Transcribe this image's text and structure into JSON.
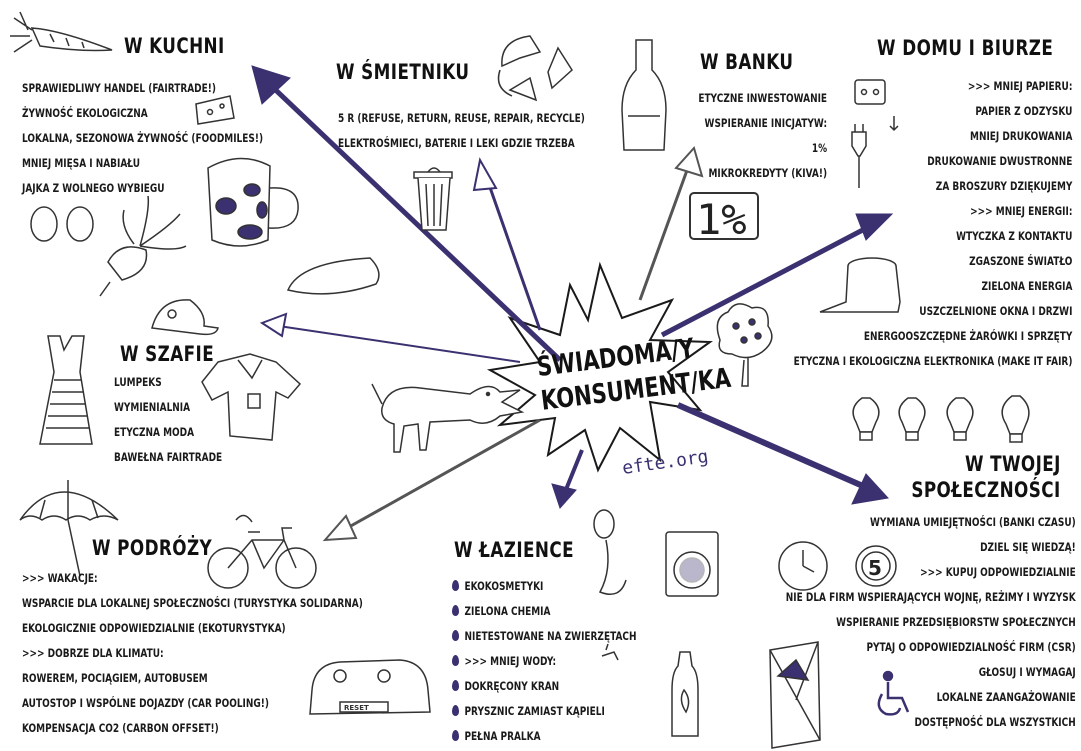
{
  "center": {
    "line1": "ŚWIADOMA/Y",
    "line2": "KONSUMENT/KA",
    "website": "efte.org"
  },
  "accent_color": "#3b3170",
  "kuchnia": {
    "title": "W KUCHNI",
    "items": [
      "SPRAWIEDLIWY HANDEL (FAIRTRADE!)",
      "ŻYWNOŚĆ EKOLOGICZNA",
      "LOKALNA, SEZONOWA ŻYWNOŚĆ (FOODMILES!)",
      "MNIEJ MIĘSA I NABIAŁU",
      "JAJKA Z WOLNEGO WYBIEGU"
    ]
  },
  "smietnik": {
    "title": "W ŚMIETNIKU",
    "items": [
      "5 R (REFUSE, RETURN, REUSE, REPAIR, RECYCLE)",
      "ELEKTROŚMIECI, BATERIE I LEKI GDZIE TRZEBA"
    ]
  },
  "bank": {
    "title": "W BANKU",
    "items": [
      "ETYCZNE INWESTOWANIE",
      "WSPIERANIE INICJATYW:",
      "1%",
      "MIKROKREDYTY (KIVA!)"
    ],
    "badge": "1%"
  },
  "dom": {
    "title": "W DOMU I BIURZE",
    "items": [
      ">>> MNIEJ PAPIERU:",
      "PAPIER Z ODZYSKU",
      "MNIEJ DRUKOWANIA",
      "DRUKOWANIE DWUSTRONNE",
      "ZA BROSZURY DZIĘKUJEMY",
      ">>> MNIEJ ENERGII:",
      "WTYCZKA Z KONTAKTU",
      "ZGASZONE ŚWIATŁO",
      "ZIELONA ENERGIA",
      "USZCZELNIONE OKNA I DRZWI",
      "ENERGOOSZCZĘDNE ŻARÓWKI I SPRZĘTY",
      "ETYCZNA I EKOLOGICZNA ELEKTRONIKA (MAKE IT FAIR)"
    ]
  },
  "szafa": {
    "title": "W SZAFIE",
    "items": [
      "LUMPEKS",
      "WYMIENIALNIA",
      "ETYCZNA MODA",
      "BAWEŁNA FAIRTRADE"
    ]
  },
  "podroze": {
    "title": "W PODRÓŻY",
    "items": [
      ">>> WAKACJE:",
      "WSPARCIE DLA LOKALNEJ SPOŁECZNOŚCI (TURYSTYKA SOLIDARNA)",
      "EKOLOGICZNIE ODPOWIEDZIALNIE (EKOTURYSTYKA)",
      ">>> DOBRZE DLA KLIMATU:",
      "ROWEREM, POCIĄGIEM, AUTOBUSEM",
      "AUTOSTOP I WSPÓLNE DOJAZDY (CAR POOLING!)",
      "KOMPENSACJA CO2 (CARBON OFFSET!)"
    ],
    "car_plate": "RESET"
  },
  "lazienka": {
    "title": "W ŁAZIENCE",
    "items": [
      "EKOKOSMETYKI",
      "ZIELONA CHEMIA",
      "NIETESTOWANE NA ZWIERZĘTACH",
      ">>> MNIEJ WODY:",
      "DOKRĘCONY KRAN",
      "PRYSZNIC ZAMIAST KĄPIELI",
      "PEŁNA PRALKA"
    ]
  },
  "spolecznosc": {
    "title_line1": "W TWOJEJ",
    "title_line2": "SPOŁECZNOŚCI",
    "items": [
      "WYMIANA UMIEJĘTNOŚCI (BANKI CZASU)",
      "DZIEL SIĘ WIEDZĄ!",
      ">>> KUPUJ ODPOWIEDZIALNIE",
      "NIE DLA FIRM WSPIERAJĄCYCH WOJNĘ, REŻIMY I WYZYSK",
      "WSPIERANIE PRZEDSIĘBIORSTW SPOŁECZNYCH",
      "PYTAJ O ODPOWIEDZIALNOŚĆ FIRM (CSR)",
      "GŁOSUJ I WYMAGAJ",
      "LOKALNE ZAANGAŻOWANIE",
      "DOSTĘPNOŚĆ DLA WSZYSTKICH"
    ],
    "clock_badge": "5"
  },
  "icons": [
    "carrot-icon",
    "recycle-icon",
    "bottle-icon",
    "socket-icon",
    "plug-icon",
    "cheese-icon",
    "mug-icon",
    "eggs-icon",
    "beet-icon",
    "bread-icon",
    "trash-can-icon",
    "percent-badge-icon",
    "tree-stump-icon",
    "tree-icon",
    "light-bulb-icon",
    "cap-icon",
    "dress-icon",
    "shirt-icon",
    "dog-icon",
    "umbrella-icon",
    "bicycle-icon",
    "car-icon",
    "shower-head-icon",
    "washing-machine-icon",
    "water-drop-icon",
    "faucet-icon",
    "bottle-soap-icon",
    "clock-icon",
    "wheelchair-icon",
    "ballot-box-icon"
  ]
}
